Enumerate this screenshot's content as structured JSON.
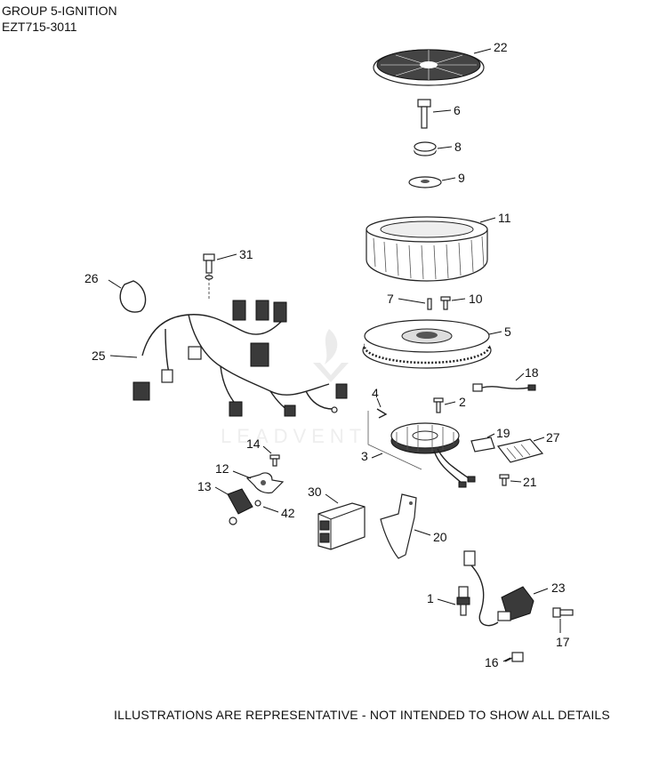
{
  "header": {
    "group_title": "GROUP 5-IGNITION",
    "model_code": "EZT715-3011"
  },
  "footer": {
    "disclaimer": "ILLUSTRATIONS ARE REPRESENTATIVE - NOT INTENDED TO SHOW ALL DETAILS"
  },
  "watermark": {
    "text": "LEADVENT"
  },
  "callouts": {
    "c1": "1",
    "c2": "2",
    "c3": "3",
    "c4": "4",
    "c5": "5",
    "c6": "6",
    "c7": "7",
    "c8": "8",
    "c9": "9",
    "c10": "10",
    "c11": "11",
    "c12": "12",
    "c13": "13",
    "c14": "14",
    "c16": "16",
    "c17": "17",
    "c18": "18",
    "c19": "19",
    "c20": "20",
    "c21": "21",
    "c22": "22",
    "c23": "23",
    "c25": "25",
    "c26": "26",
    "c27": "27",
    "c30": "30",
    "c31": "31",
    "c42": "42"
  }
}
